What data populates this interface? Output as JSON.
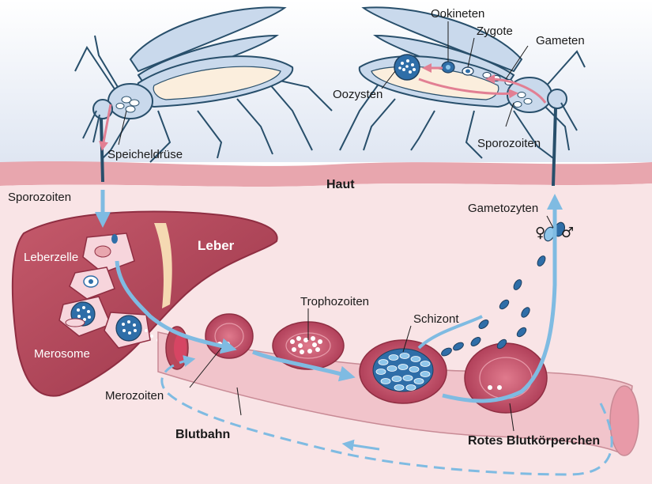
{
  "labels": {
    "ookineten": "Ookineten",
    "zygote": "Zygote",
    "gameten": "Gameten",
    "oozysten": "Oozysten",
    "sporozoiten_top": "Sporozoiten",
    "speicheldruese": "Speicheldrüse",
    "sporozoiten_left": "Sporozoiten",
    "haut": "Haut",
    "gametozyten": "Gametozyten",
    "female_symbol": "♀",
    "male_symbol": "♂",
    "leberzelle": "Leberzelle",
    "leber": "Leber",
    "merosome": "Merosome",
    "trophozoiten": "Trophozoiten",
    "schizont": "Schizont",
    "merozoiten": "Merozoiten",
    "blutbahn": "Blutbahn",
    "rotes_blutkoerperchen": "Rotes Blutkörperchen"
  },
  "colors": {
    "sky_top": "#ffffff",
    "sky_bottom": "#dfe6f2",
    "skin": "#f3c6cb",
    "skin_band": "#e8a6ae",
    "tissue": "#f9e4e6",
    "liver": "#b8475a",
    "liver_dark": "#8f2e42",
    "blood_vessel": "#f1c4cb",
    "rbc": "#c4506a",
    "arrow_blue": "#7fbbe2",
    "parasite_blue": "#2f6ea8",
    "mosquito_body": "#c9d9ec",
    "mosquito_outline": "#284f6b",
    "gut": "#fbeedd",
    "pink_arrow": "#e27f93"
  }
}
